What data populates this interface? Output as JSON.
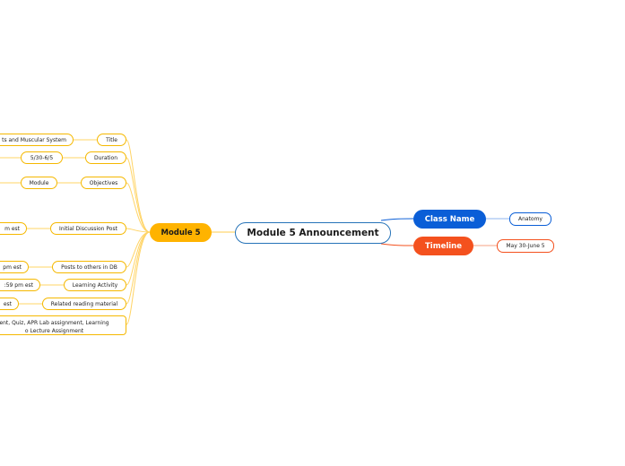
{
  "root": "Module 5 Announcement",
  "branches": {
    "module5": {
      "label": "Module 5",
      "color": "#ffb300",
      "items": {
        "title": {
          "label": "Title",
          "child": "ts and Muscular System"
        },
        "duration": {
          "label": "Duration",
          "child": "5/30-6/5"
        },
        "objectives": {
          "label": "Objectives",
          "child": "Module"
        },
        "initial_post": {
          "label": "Initial Discussion Post",
          "child": "m  est"
        },
        "posts_others": {
          "label": "Posts to others in DB",
          "child": "pm est"
        },
        "learning_activity": {
          "label": "Learning Activity",
          "child": ":59 pm est"
        },
        "reading": {
          "label": "Related reading material",
          "child": "est"
        },
        "assignments": {
          "line1": "ent, Quiz, APR Lab assignment, Learning",
          "line2": "o Lecture Assignment"
        }
      }
    },
    "class_name": {
      "label": "Class Name",
      "color": "#0a5ed7",
      "child": "Anatomy"
    },
    "timeline": {
      "label": "Timeline",
      "color": "#f4511e",
      "child": "May 30-June 5"
    }
  }
}
